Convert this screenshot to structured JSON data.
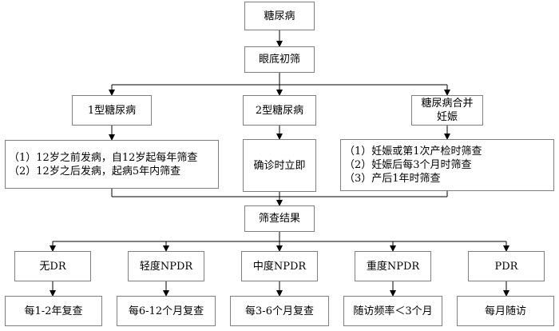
{
  "nodes": {
    "diabetes": "糖尿病",
    "fundus_screening": "眼底初筛",
    "type1": "1型糖尿病",
    "type2": "2型糖尿病",
    "pregnancy": [
      "糖尿病合并",
      "妊娠"
    ],
    "type1_detail": [
      "（1）12岁之前发病，自12岁起每年筛查",
      "（2）12岁之后发病，起病5年内筛查"
    ],
    "type2_detail": "确诊时立即",
    "pregnancy_detail": [
      "（1）妊娠或第1次产检时筛查",
      "（2）妊娠后每3个月时筛查",
      "（3）产后1年时筛查"
    ],
    "results": "筛查结果",
    "grades": [
      "无DR",
      "轻度NPDR",
      "中度NPDR",
      "重度NPDR",
      "PDR"
    ],
    "followups": [
      "每1-2年复查",
      "每6-12个月复查",
      "每3-6个月复查",
      "随访频率＜3个月",
      "每月随访"
    ]
  },
  "colors": {
    "line": "#000000",
    "border": "#7f7f7f",
    "background": "#ffffff"
  }
}
